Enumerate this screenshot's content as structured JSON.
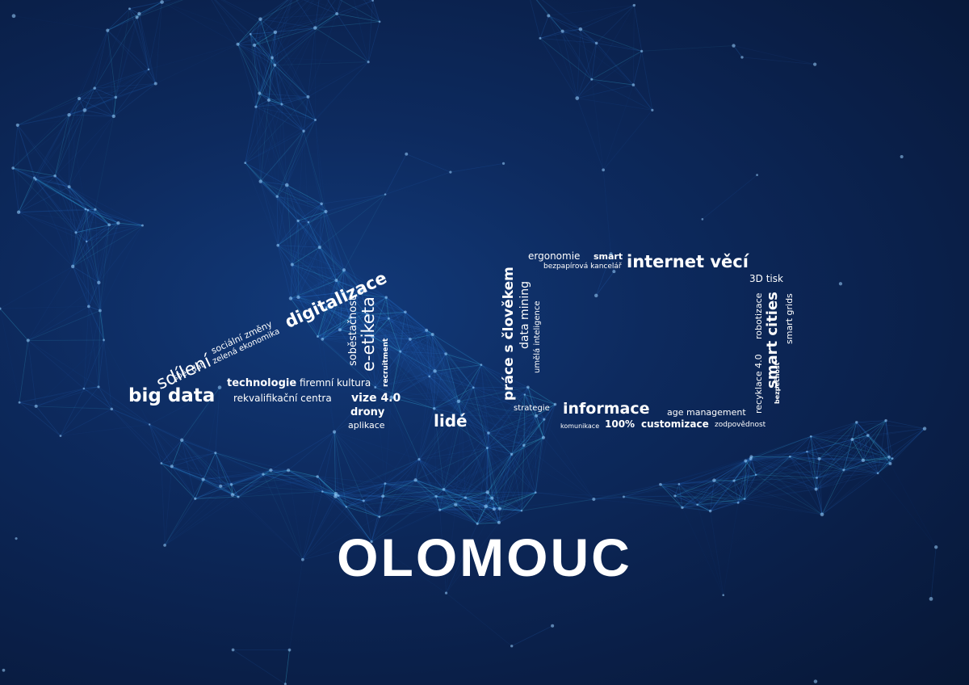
{
  "title": "OLOMOUC",
  "colors": {
    "background": "#0b1e3f",
    "network": "#2f7fe0",
    "highlight": "#3fc8e8",
    "text": "#ffffff"
  },
  "words": {
    "sdileni": "sdílení",
    "socialni_zmeny": "sociální změny",
    "sber_dat": "sběr dat",
    "zelena_ekonomika": "zelená ekonomika",
    "digitalizace": "digitalizace",
    "sobestacnost": "soběstačnost",
    "e_etiketa": "e-etiketa",
    "recruitment": "recruitment",
    "technologie": "technologie",
    "firemni_kultura": "firemní kultura",
    "big_data": "big data",
    "rekvalifikacni_centra": "rekvalifikační centra",
    "vize": "vize 4.0",
    "drony": "drony",
    "aplikace": "aplikace",
    "lide": "lidé",
    "prace_s_clovekem": "práce s člověkem",
    "data_mining": "data mining",
    "umela_inteligence": "umělá inteligence",
    "ergonomie": "ergonomie",
    "smart": "smart",
    "bezpapirova_kancelar": "bezpapírová kancelář",
    "internet_veci": "internet věcí",
    "tisk_3d": "3D tisk",
    "recyklace": "recyklace 4.0",
    "robotizace": "robotizace",
    "smart_cities": "smart cities",
    "smart_grids": "smart grids",
    "bezpecnost": "bezpečnost",
    "strategie": "strategie",
    "informace": "informace",
    "age_management": "age management",
    "komunikace": "komunikace",
    "sto_procent": "100%",
    "customizace": "customizace",
    "zodpovednost": "zodpovědnost"
  }
}
